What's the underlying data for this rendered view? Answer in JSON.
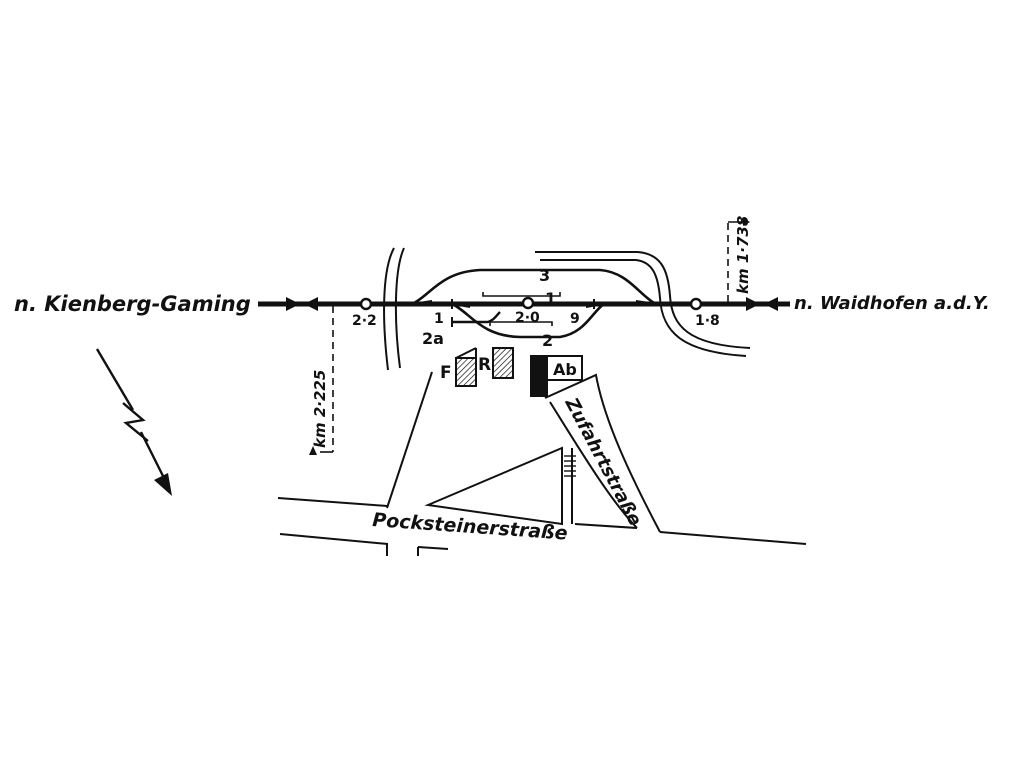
{
  "directions": {
    "west": "n. Kienberg-Gaming",
    "east": "n. Waidhofen a.d.Y."
  },
  "km_markers": {
    "west": "km 2·225",
    "east": "km 1·738"
  },
  "signal_labels": {
    "west": "2·2",
    "middle": "2·0",
    "east": "1·8"
  },
  "track_numbers": {
    "t3": "3",
    "t1": "1",
    "t2": "2",
    "t2a": "2a"
  },
  "switch_numbers": {
    "w1": "1",
    "w9": "9"
  },
  "buildings": {
    "freight": "F",
    "ramp": "R",
    "station": "Ab"
  },
  "streets": {
    "main_road": "Pocksteinerstraße",
    "access_road": "Zufahrtstraße"
  },
  "colors": {
    "ink": "#111111",
    "background": "#ffffff"
  }
}
